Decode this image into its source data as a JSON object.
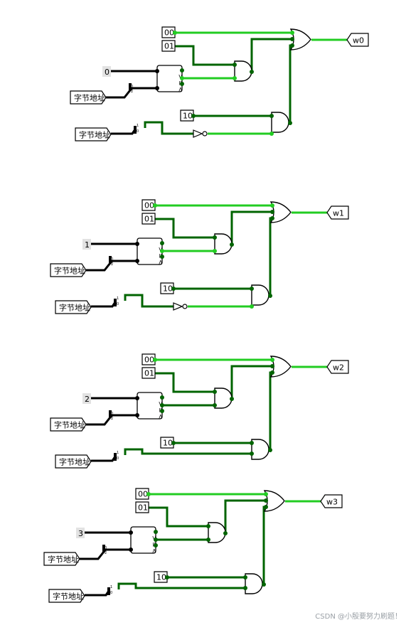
{
  "colors": {
    "bright_wire": "#22cc22",
    "dark_wire": "#006400",
    "black_wire": "#000000",
    "const_bg": "#e2e2e2"
  },
  "labels": {
    "addr_tag": "字节地址",
    "mini_1": "1",
    "mini_02": "0",
    "mini_21": "2",
    "mini_01": "0",
    "cmp_gt": ">",
    "cmp_eq": "=",
    "cmp_lt": "<"
  },
  "circuits": [
    {
      "const": "0",
      "in00": "00",
      "in01": "01",
      "in10": "10",
      "out": "w0",
      "has_not": true
    },
    {
      "const": "1",
      "in00": "00",
      "in01": "01",
      "in10": "10",
      "out": "w1",
      "has_not": true
    },
    {
      "const": "2",
      "in00": "00",
      "in01": "01",
      "in10": "10",
      "out": "w2",
      "has_not": false
    },
    {
      "const": "3",
      "in00": "00",
      "in01": "01",
      "in10": "10",
      "out": "w3",
      "has_not": false
    }
  ],
  "watermark": "CSDN @小殷要努力刷题！"
}
